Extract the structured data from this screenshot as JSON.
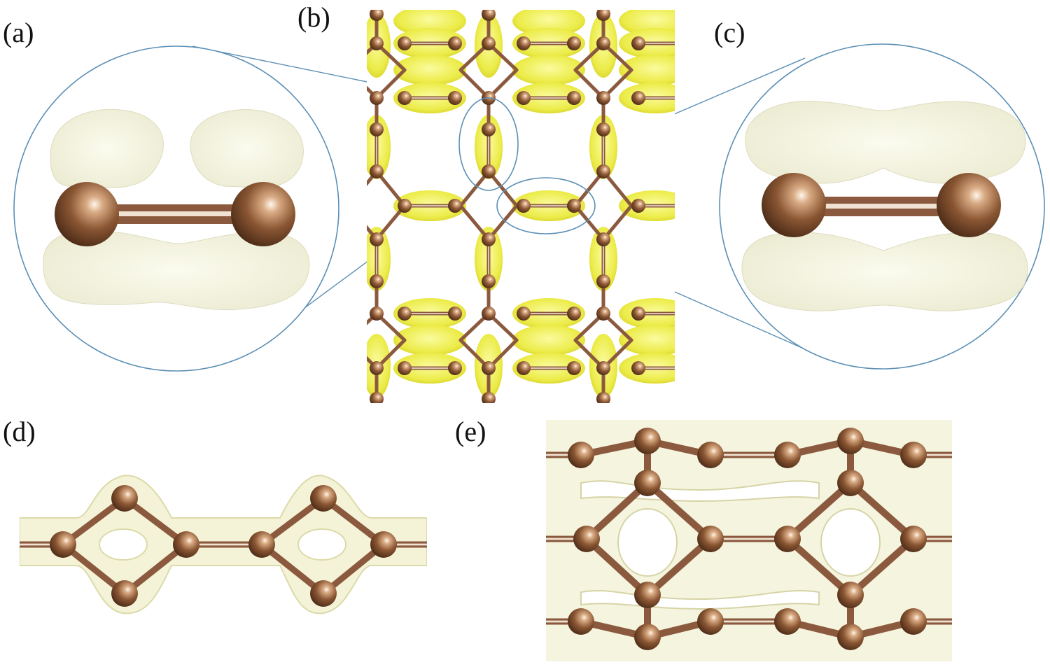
{
  "figure": {
    "panels": [
      {
        "label": "(a)",
        "name": "panel-a-zoom-bond-vertical"
      },
      {
        "label": "(b)",
        "name": "panel-b-charge-density-top"
      },
      {
        "label": "(c)",
        "name": "panel-c-zoom-bond-horizontal"
      },
      {
        "label": "(d)",
        "name": "panel-d-side-view"
      },
      {
        "label": "(e)",
        "name": "panel-e-side-view-stacked"
      }
    ],
    "colors": {
      "atom": "#8c5a3c",
      "atom_highlight": "#f7e6d6",
      "bond": "#8b5a3e",
      "isosurface_yellow": "#e9e93a",
      "isosurface_pale": "#f1f1d9",
      "connector_line": "#5b8fb5"
    }
  }
}
